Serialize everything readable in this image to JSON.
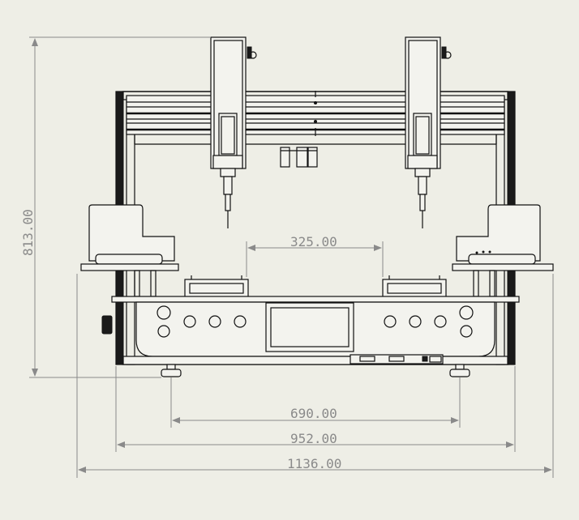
{
  "drawing": {
    "dimensions": {
      "height_total": "813.00",
      "nozzle_spacing": "325.00",
      "foot_spacing": "690.00",
      "frame_width": "952.00",
      "overall_width": "1136.00"
    }
  },
  "colors": {
    "background": "#eeeee6",
    "line": "#111111",
    "dimension": "#8a8a8a"
  }
}
